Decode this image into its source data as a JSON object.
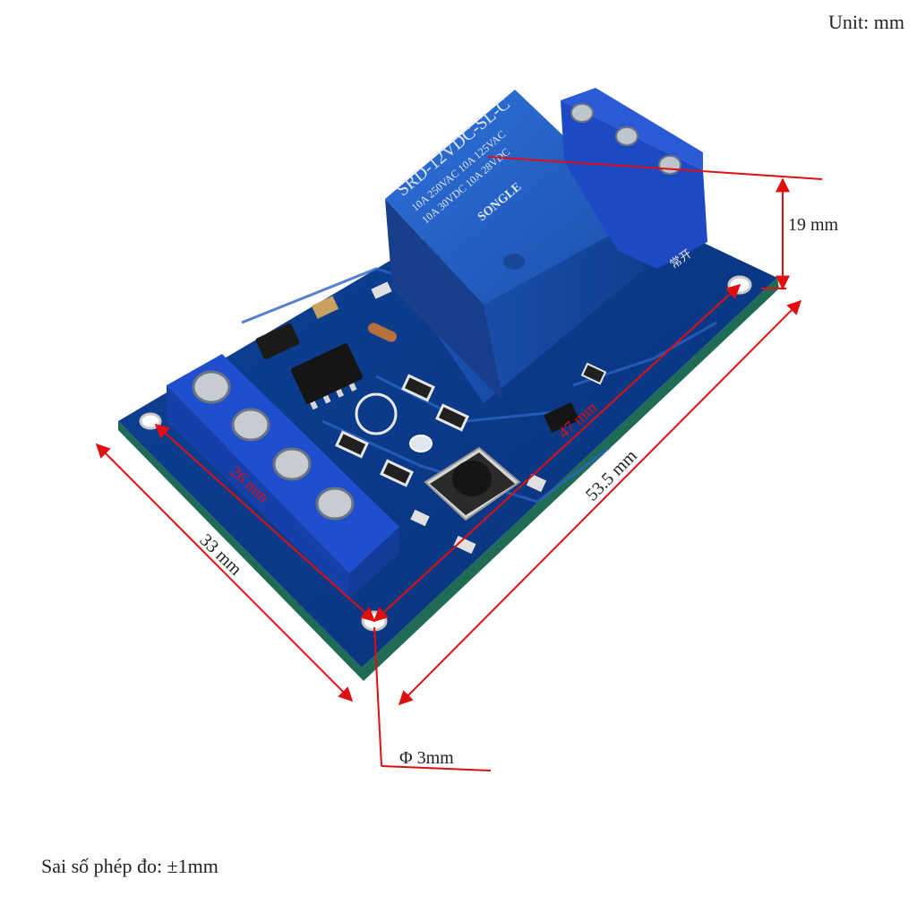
{
  "header": {
    "unit_label": "Unit: mm"
  },
  "footer": {
    "tolerance_note": "Sai số phép đo: ±1mm"
  },
  "dimensions": {
    "height": "19 mm",
    "length": "53.5 mm",
    "hole_spacing": "47 mm",
    "width": "33 mm",
    "hole_spacing_width": "26 mm",
    "hole_diameter": "Φ 3mm"
  },
  "relay": {
    "model": "SRD-12VDC-SL-C",
    "rating_line_1": "10A 250VAC  10A 125VAC",
    "rating_line_2": "10A 30VDC  10A 28VDC",
    "brand": "SONGLE"
  },
  "board_labels": {
    "no_marking": "常开"
  },
  "colors": {
    "pcb": "#0c3a86",
    "pcb_edge": "#1f6b55",
    "relay": "#1f5fc0",
    "terminal": "#1d49c4",
    "dimension_line": "#e01010"
  }
}
